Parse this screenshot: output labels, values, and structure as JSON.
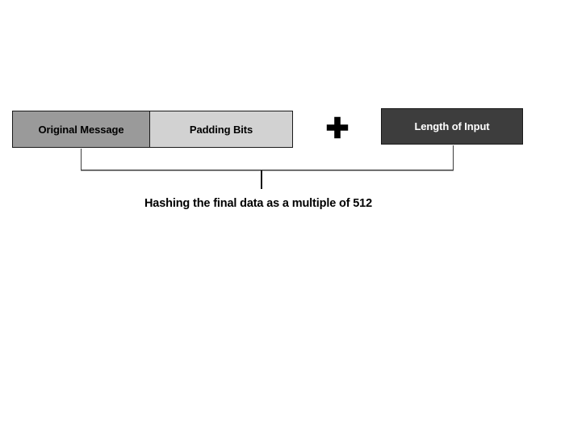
{
  "diagram": {
    "title_caption": "Hashing the final data as a multiple of 512",
    "blocks": {
      "original_message": {
        "label": "Original Message",
        "fill": "#9a9a9a",
        "text_color": "#000000"
      },
      "padding_bits": {
        "label": "Padding Bits",
        "fill": "#d2d2d2",
        "text_color": "#000000"
      },
      "length_of_input": {
        "label": "Length of Input",
        "fill": "#3d3d3d",
        "text_color": "#ffffff"
      }
    },
    "operator": {
      "name": "plus-icon",
      "symbol": "+",
      "color": "#000000"
    },
    "connector": {
      "color": "#3d3d3d",
      "stroke_width": 1.4
    },
    "background": "#ffffff",
    "border_color": "#1a1a1a"
  }
}
